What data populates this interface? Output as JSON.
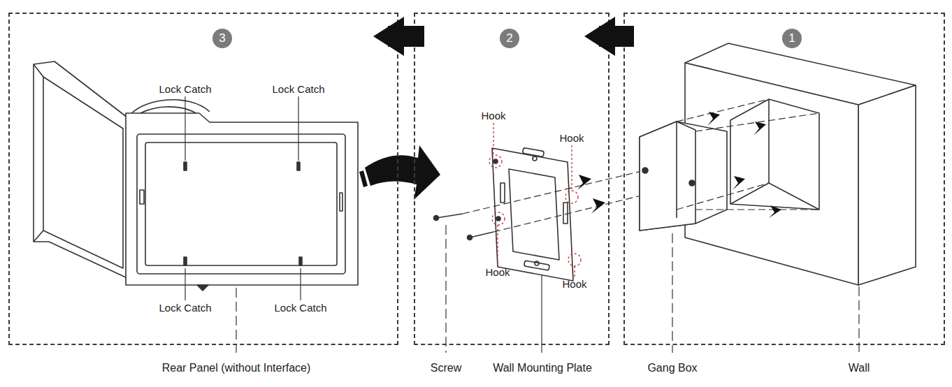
{
  "diagram": {
    "nodes": [
      {
        "text": [
          "3"
        ]
      },
      {
        "text": [
          "2"
        ]
      },
      {
        "text": [
          "1"
        ]
      }
    ],
    "edges": [
      {
        "from": 2,
        "to": 1,
        "arrow": "to"
      },
      {
        "from": 1,
        "to": 0,
        "arrow": "to"
      }
    ],
    "labels": [
      "Lock Catch",
      "Lock Catch",
      "Lock Catch",
      "Lock Catch",
      "Hook",
      "Hook",
      "Hook",
      "Hook",
      "Rear Panel (without Interface)",
      "Screw",
      "Wall Mounting Plate",
      "Gang Box",
      "Wall"
    ]
  }
}
